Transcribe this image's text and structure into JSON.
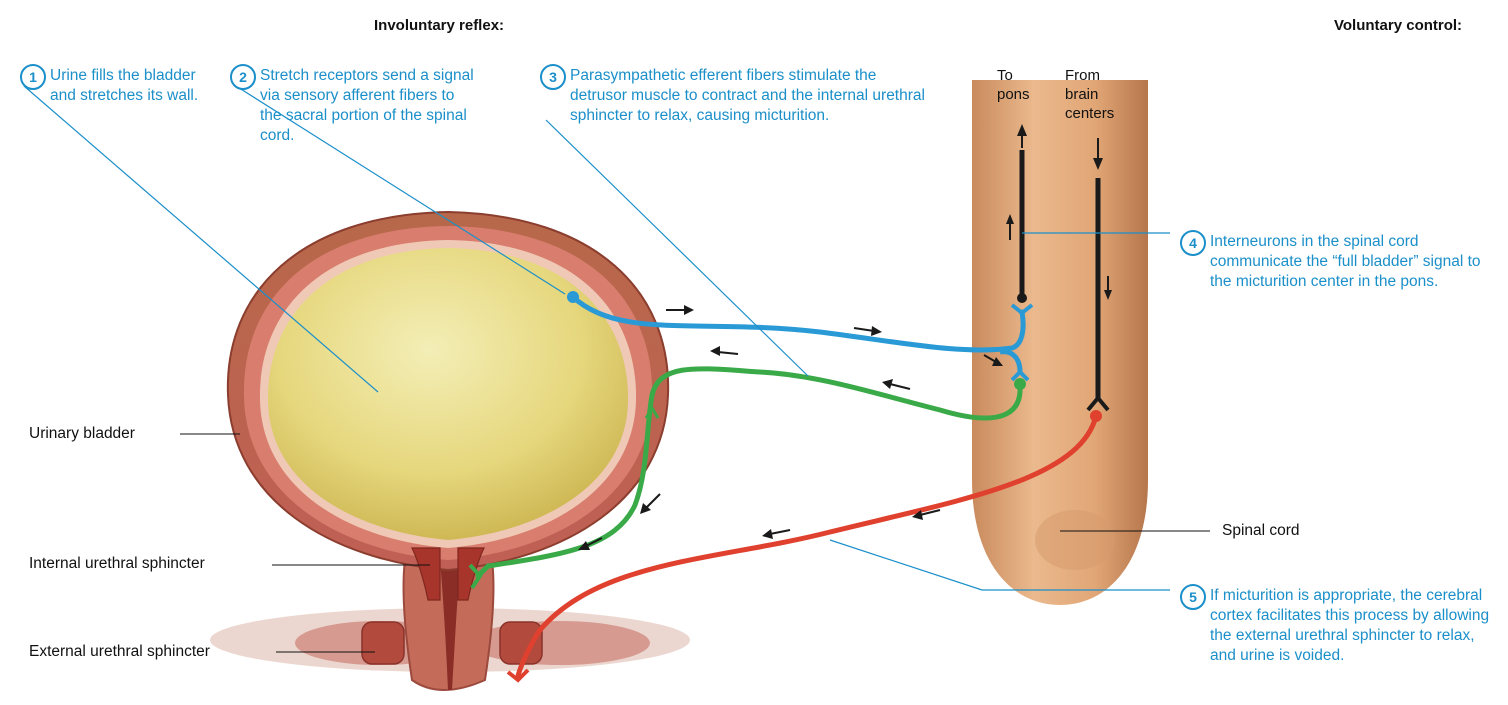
{
  "headers": {
    "involuntary": "Involuntary reflex:",
    "voluntary": "Voluntary control:"
  },
  "steps": [
    {
      "num": "1",
      "text": "Urine fills the bladder and stretches its wall."
    },
    {
      "num": "2",
      "text": "Stretch receptors send a signal via sensory afferent fibers to the sacral portion of the spinal cord."
    },
    {
      "num": "3",
      "text": "Parasympathetic efferent fibers stimulate the detrusor muscle to contract and the internal urethral sphincter to relax, causing micturition."
    },
    {
      "num": "4",
      "text": "Interneurons in the spinal cord communicate the “full bladder” signal to the micturition center in the pons."
    },
    {
      "num": "5",
      "text": "If micturition is appropriate, the cerebral cortex facilitates this process by allowing the external urethral sphincter to relax, and urine is voided."
    }
  ],
  "labels": {
    "urinary_bladder": "Urinary bladder",
    "internal_sphincter": "Internal urethral sphincter",
    "external_sphincter": "External urethral sphincter",
    "spinal_cord": "Spinal cord",
    "to_pons": "To pons",
    "from_brain": "From brain centers"
  },
  "colors": {
    "step_blue": "#1b8fc9",
    "sensory_fiber": "#2a9ad6",
    "efferent_fiber": "#3aaa48",
    "voluntary_fiber": "#e0412f",
    "bladder_wall": "#c9675a",
    "urine": "#e8dc86",
    "spinal_cord": "#e0a878"
  }
}
